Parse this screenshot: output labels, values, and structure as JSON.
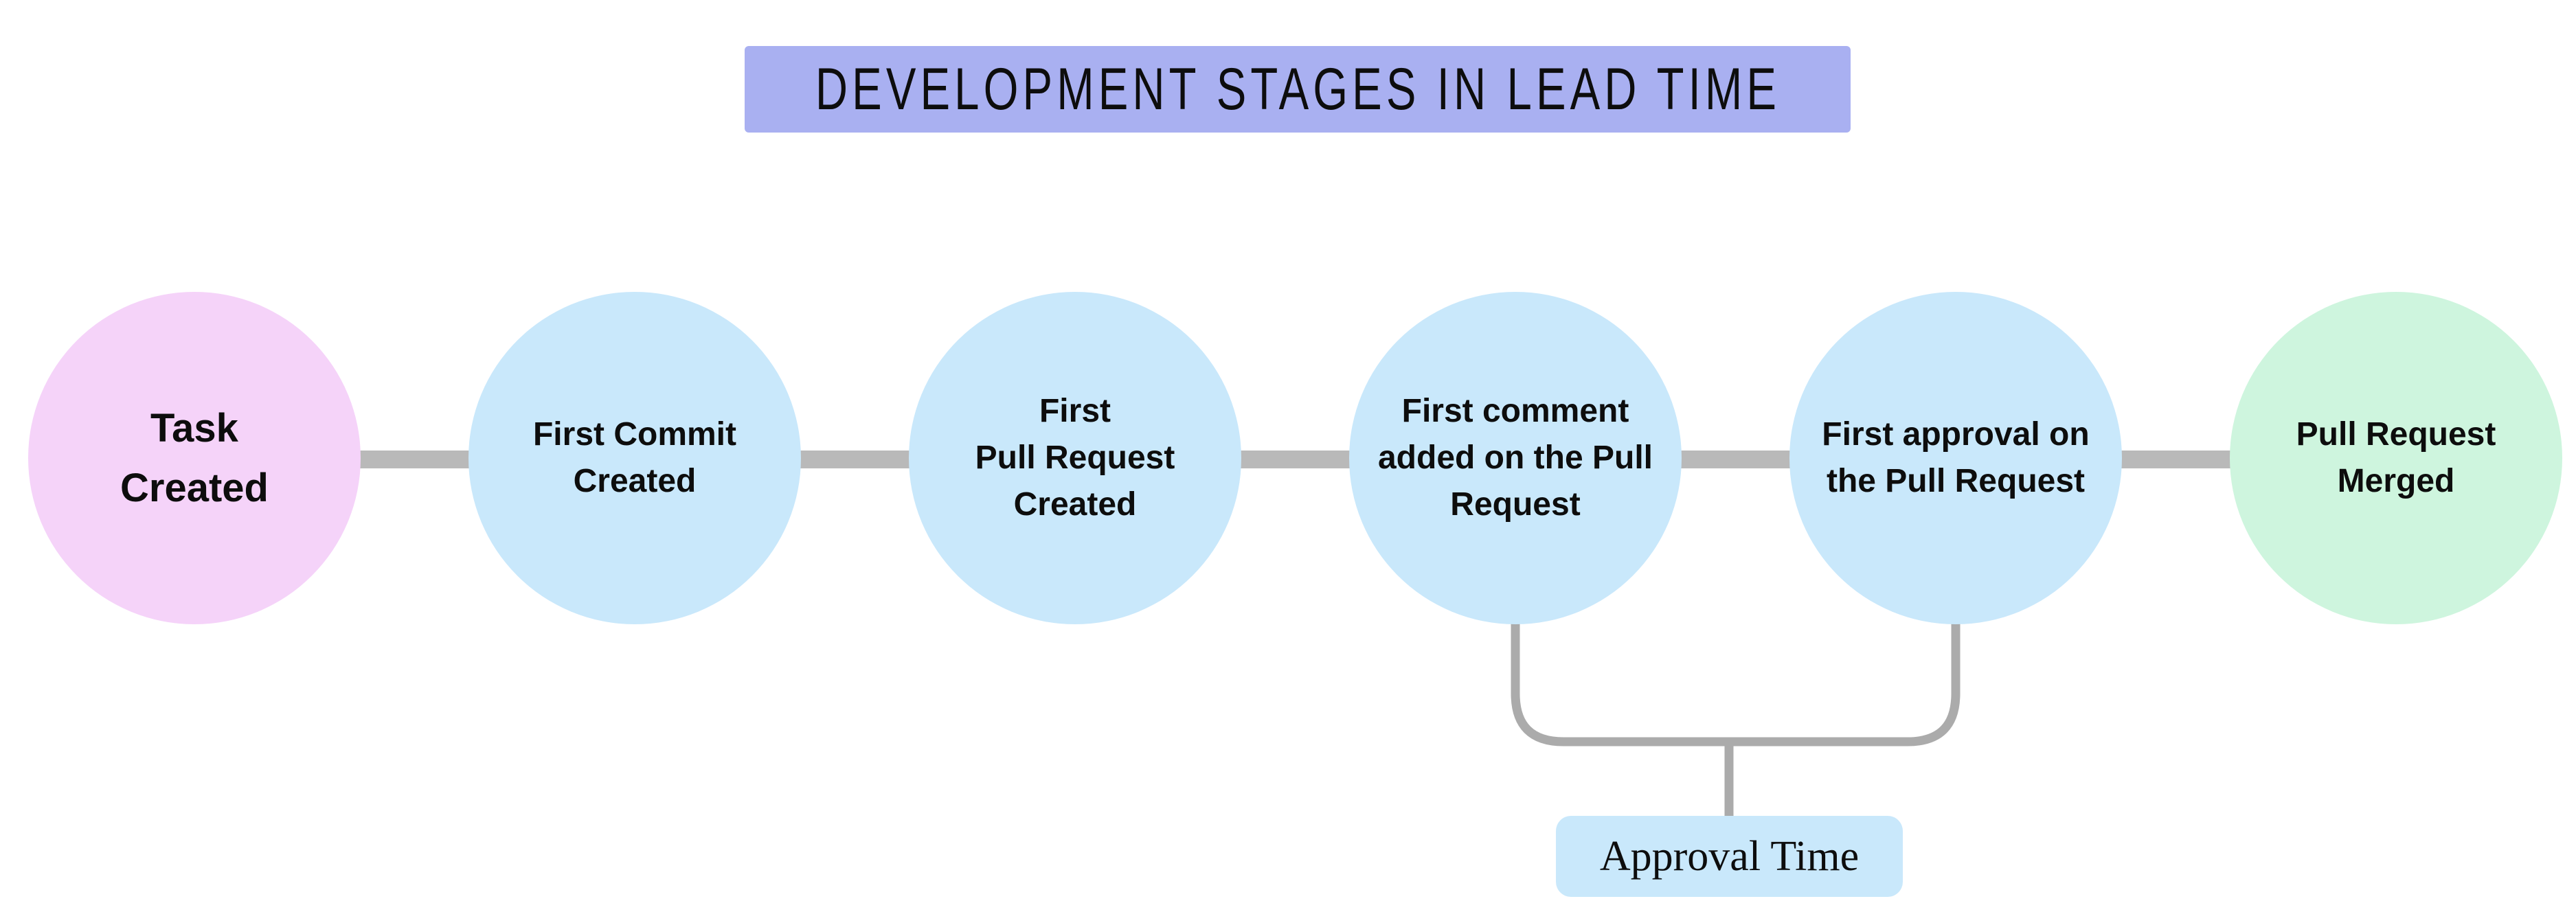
{
  "title": {
    "text": "DEVELOPMENT STAGES IN LEAD TIME",
    "bg_color": "#A9B0F1"
  },
  "stages": [
    {
      "label": "Task Created",
      "lines": [
        "Task",
        "Created"
      ],
      "color": "#F5D3F9",
      "role": "start"
    },
    {
      "label": "First Commit Created",
      "lines": [
        "First Commit",
        "Created"
      ],
      "color": "#C9E8FB",
      "role": "middle"
    },
    {
      "label": "First Pull Request Created",
      "lines": [
        "First",
        "Pull Request",
        "Created"
      ],
      "color": "#C9E8FB",
      "role": "middle"
    },
    {
      "label": "First comment added on the Pull Request",
      "lines": [
        "First comment",
        "added on the Pull",
        "Request"
      ],
      "color": "#C9E8FB",
      "role": "middle"
    },
    {
      "label": "First approval on the Pull Request",
      "lines": [
        "First approval on",
        "the Pull Request"
      ],
      "color": "#C9E8FB",
      "role": "middle"
    },
    {
      "label": "Pull Request Merged",
      "lines": [
        "Pull Request",
        "Merged"
      ],
      "color": "#CEF5DE",
      "role": "end"
    }
  ],
  "annotation": {
    "label": "Approval Time",
    "bg_color": "#C9E8FB",
    "spans_from": "First comment added on the Pull Request",
    "spans_to": "First approval on the Pull Request"
  },
  "colors": {
    "background": "#FFFFFF",
    "connector": "#B9B9B9",
    "bracket": "#ABABAB",
    "text": "#0D0D0D"
  }
}
